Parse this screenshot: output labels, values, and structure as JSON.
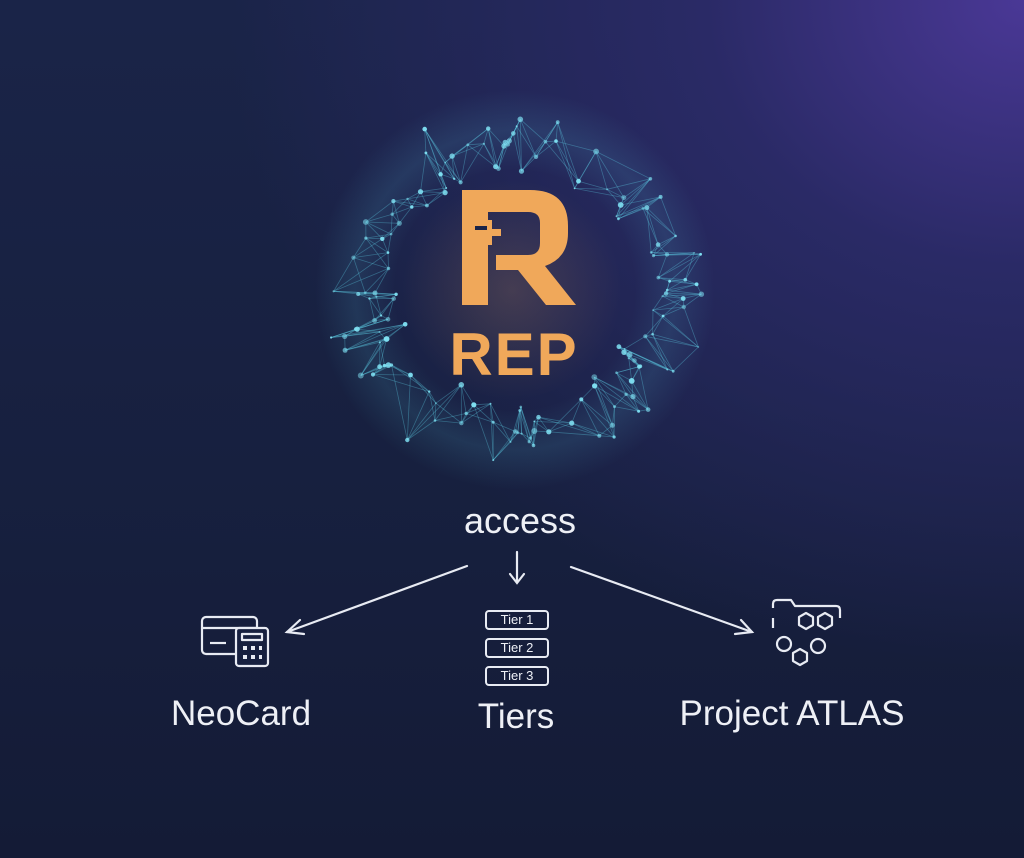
{
  "logo": {
    "mark": "R+",
    "wordmark": "REP",
    "color": "#f0a85a",
    "ring_color": "#5fd0e8"
  },
  "flow": {
    "source_label": "access",
    "targets": [
      {
        "label": "NeoCard",
        "icon": "card-terminal-icon"
      },
      {
        "label": "Tiers",
        "icon": "tier-stack-icon"
      },
      {
        "label": "Project ATLAS",
        "icon": "hexagon-network-icon"
      }
    ]
  },
  "tiers": [
    "Tier 1",
    "Tier 2",
    "Tier 3"
  ],
  "colors": {
    "background": "#17203f",
    "accent_purple": "#4a3896",
    "text": "#eef0f6",
    "arrow": "#e8ebf3"
  }
}
